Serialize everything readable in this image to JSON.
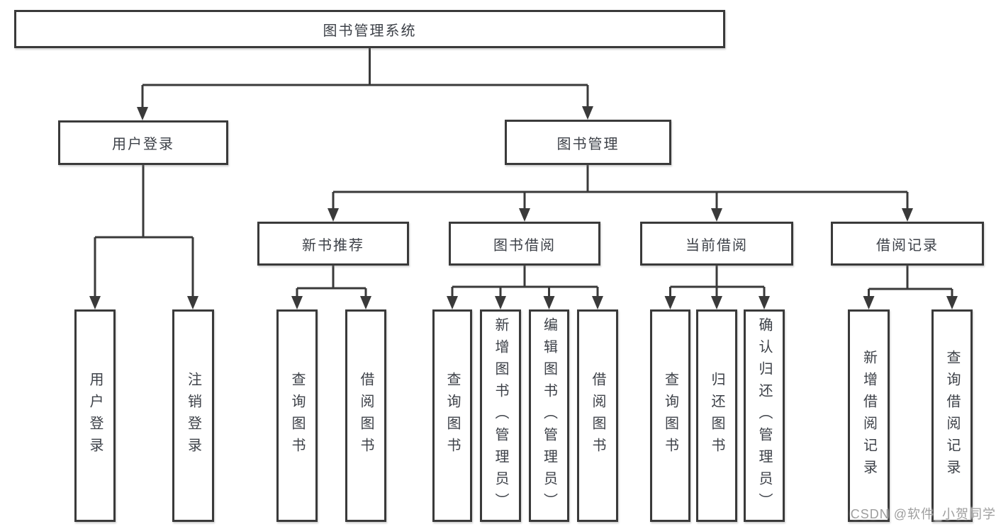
{
  "diagram": {
    "root": {
      "label": "图书管理系统"
    },
    "level2": [
      {
        "label": "用户登录"
      },
      {
        "label": "图书管理"
      }
    ],
    "level3": [
      {
        "label": "新书推荐"
      },
      {
        "label": "图书借阅"
      },
      {
        "label": "当前借阅"
      },
      {
        "label": "借阅记录"
      }
    ],
    "leaves": [
      {
        "label": "用户登录"
      },
      {
        "label": "注销登录"
      },
      {
        "label": "查询图书"
      },
      {
        "label": "借阅图书"
      },
      {
        "label": "查询图书"
      },
      {
        "label": "新增图书（管理员）"
      },
      {
        "label": "编辑图书（管理员）"
      },
      {
        "label": "借阅图书"
      },
      {
        "label": "查询图书"
      },
      {
        "label": "归还图书"
      },
      {
        "label": "确认归还（管理员）"
      },
      {
        "label": "新增借阅记录"
      },
      {
        "label": "查询借阅记录"
      }
    ],
    "colors": {
      "line": "#3a3a3a",
      "text": "#3d4148",
      "watermark": "#9e9e9e"
    }
  },
  "watermark": {
    "text": "CSDN @软件_小贺同学"
  }
}
